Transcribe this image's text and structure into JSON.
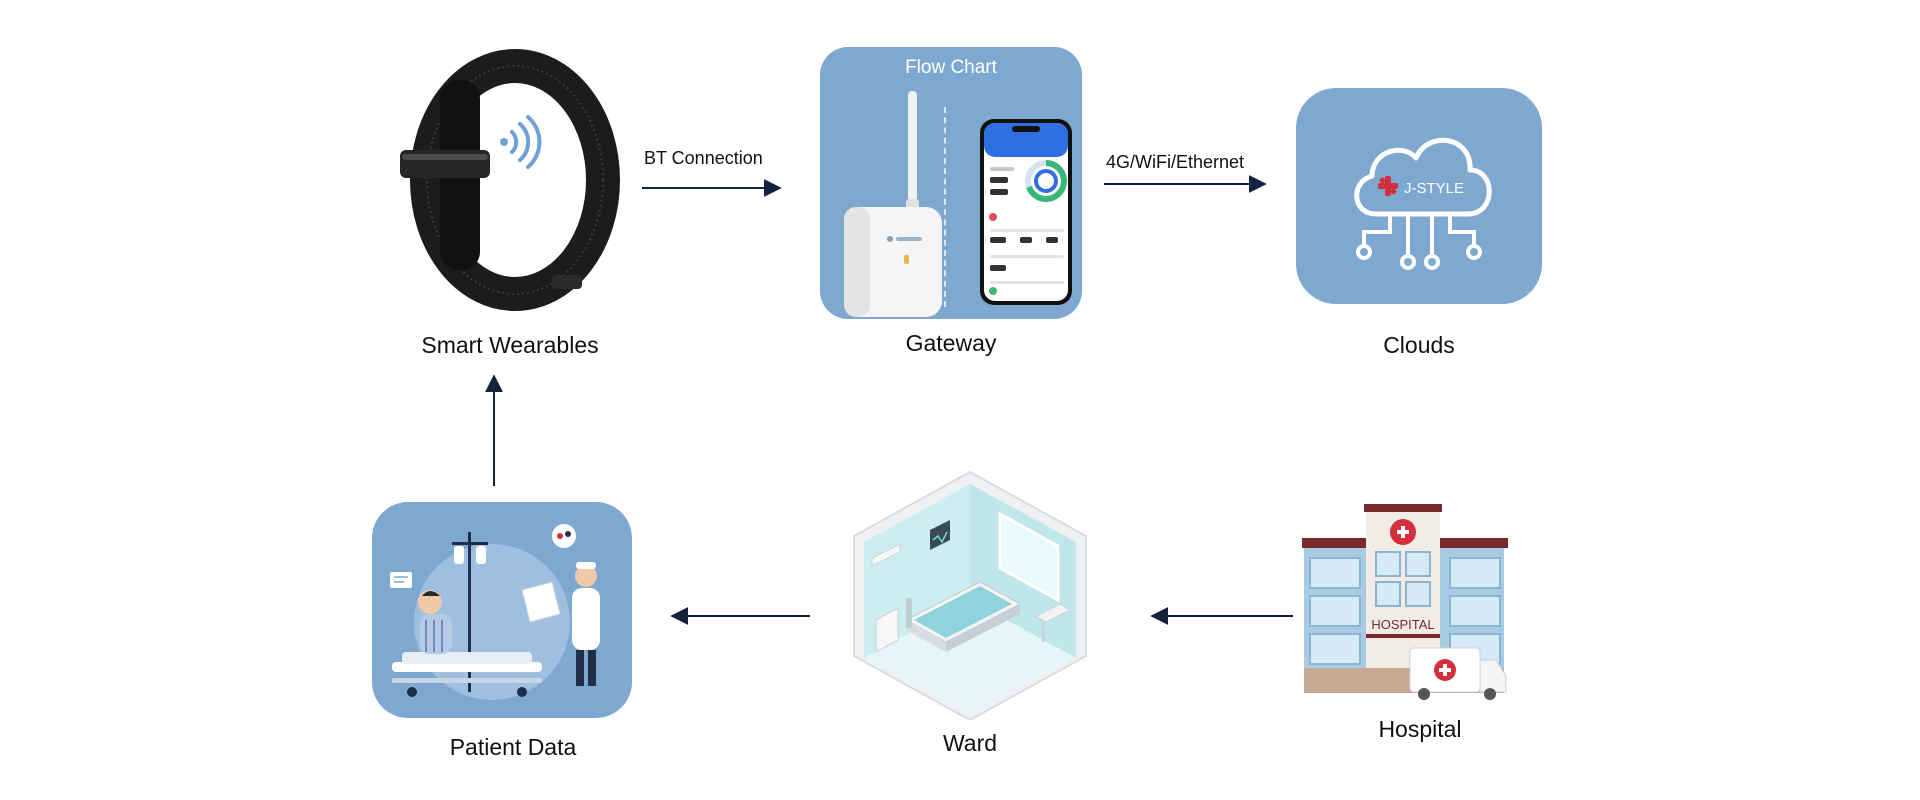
{
  "diagram": {
    "title": "Flow Chart",
    "nodes": [
      {
        "id": "wearables",
        "label": "Smart Wearables"
      },
      {
        "id": "gateway",
        "label": "Gateway"
      },
      {
        "id": "clouds",
        "label": "Clouds"
      },
      {
        "id": "hospital",
        "label": "Hospital"
      },
      {
        "id": "ward",
        "label": "Ward"
      },
      {
        "id": "patient",
        "label": "Patient Data"
      }
    ],
    "edges": [
      {
        "from": "wearables",
        "to": "gateway",
        "label": "BT Connection"
      },
      {
        "from": "gateway",
        "to": "clouds",
        "label": "4G/WiFi/Ethernet"
      },
      {
        "from": "hospital",
        "to": "ward",
        "label": ""
      },
      {
        "from": "ward",
        "to": "patient",
        "label": ""
      },
      {
        "from": "patient",
        "to": "wearables",
        "label": ""
      }
    ],
    "images": {
      "cloud_brand": "J-STYLE",
      "hospital_sign": "HOSPITAL"
    },
    "colors": {
      "tile": "#7fa8d1",
      "arrow": "#13233f",
      "text": "#111111"
    }
  }
}
